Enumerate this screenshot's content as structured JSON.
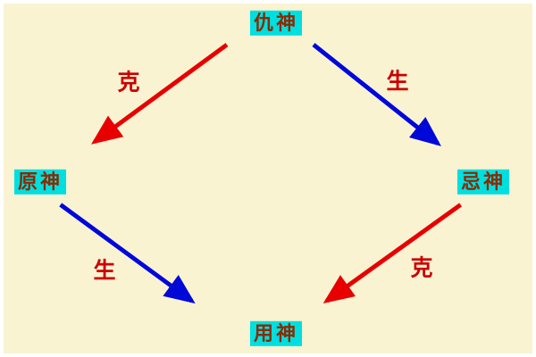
{
  "diagram": {
    "background_color": "#f9f3d2",
    "node_bg_color": "#00dfdf",
    "node_text_color": "#8b2a00",
    "edge_label_color": "#cc0000",
    "arrow_colors": {
      "red": "#e80000",
      "blue": "#0008d8"
    },
    "nodes": [
      {
        "id": "chou-shen",
        "label": "仇神",
        "position": "top"
      },
      {
        "id": "yuan-shen",
        "label": "原神",
        "position": "left"
      },
      {
        "id": "ji-shen",
        "label": "忌神",
        "position": "right"
      },
      {
        "id": "yong-shen",
        "label": "用神",
        "position": "bottom"
      }
    ],
    "edges": [
      {
        "from": "仇神",
        "to": "原神",
        "label": "克",
        "color": "red"
      },
      {
        "from": "仇神",
        "to": "忌神",
        "label": "生",
        "color": "blue"
      },
      {
        "from": "原神",
        "to": "用神",
        "label": "生",
        "color": "blue"
      },
      {
        "from": "忌神",
        "to": "用神",
        "label": "克",
        "color": "red"
      }
    ]
  }
}
